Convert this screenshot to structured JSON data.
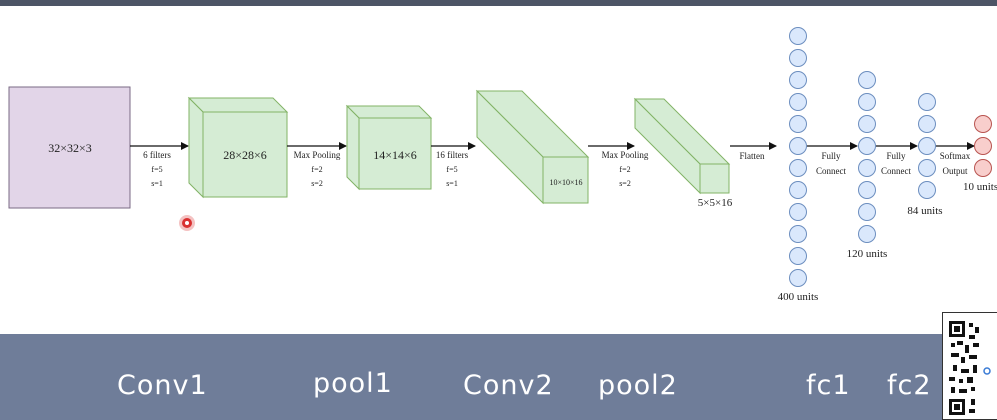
{
  "input_box": {
    "label": "32×32×3"
  },
  "conv1": {
    "label": "28×28×6",
    "filters": "6 filters",
    "f": "f=5",
    "s": "s=1"
  },
  "pool1": {
    "label": "14×14×6",
    "op": "Max Pooling",
    "f": "f=2",
    "s": "s=2"
  },
  "conv2": {
    "label": "10×10×16",
    "filters": "16 filters",
    "f": "f=5",
    "s": "s=1"
  },
  "pool2": {
    "label": "5×5×16",
    "op": "Max Pooling",
    "f": "f=2",
    "s": "s=2"
  },
  "flatten": {
    "label": "Flatten"
  },
  "fc1": {
    "label": "400 units",
    "connect_line1": "Fully",
    "connect_line2": "Connect"
  },
  "fc2": {
    "label": "120 units",
    "connect_line1": "Fully",
    "connect_line2": "Connect"
  },
  "fc3": {
    "label": "84 units",
    "softmax_line1": "Softmax",
    "softmax_line2": "Output"
  },
  "output": {
    "label": "10 units"
  },
  "colors": {
    "input": "#e2d5e8",
    "volume": "#d5ecd4",
    "volume_stroke": "#82b366",
    "neuron": "#dae8fc",
    "neuron_stroke": "#6c8ebf",
    "output_neuron": "#f8cecc",
    "output_stroke": "#b85450",
    "bottom_bar": "#6f7d99"
  },
  "bottom_labels": {
    "conv1": "Conv1",
    "pool1": "pool1",
    "conv2": "Conv2",
    "pool2": "pool2",
    "fc1": "fc1",
    "fc2": "fc2"
  }
}
